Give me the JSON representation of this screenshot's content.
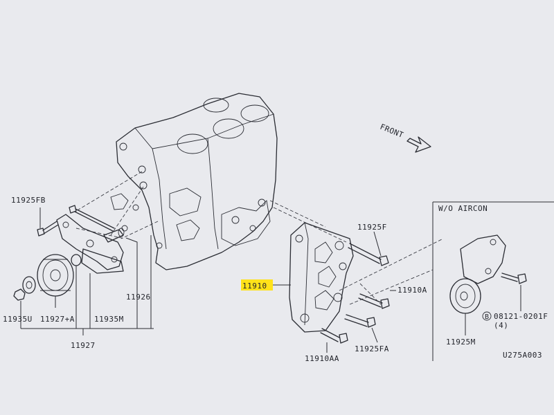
{
  "labels": {
    "bolt_upper_left": "11925FB",
    "idler_plate": "11926",
    "washer_small": "11935U",
    "pulley_assy": "11927+A",
    "spacer": "11935M",
    "pulley_group": "11927",
    "bracket": "11910",
    "bolt_bracket_top": "11925F",
    "bolt_bracket_right": "11910A",
    "bolt_bracket_lower": "11925FA",
    "bolt_bracket_bottom": "11910AA",
    "front_arrow": "FRONT",
    "inset_title": "W/O AIRCON",
    "inset_bolt_code": "08121-0201F",
    "inset_bolt_circle": "B",
    "inset_bolt_qty": "(4)",
    "inset_pulley": "11925M",
    "diagram_code": "U275A003"
  },
  "colors": {
    "highlight": "#ffe21a",
    "paper": "#e9eaee",
    "ink": "#2a2c33"
  },
  "highlighted_part": "11910"
}
